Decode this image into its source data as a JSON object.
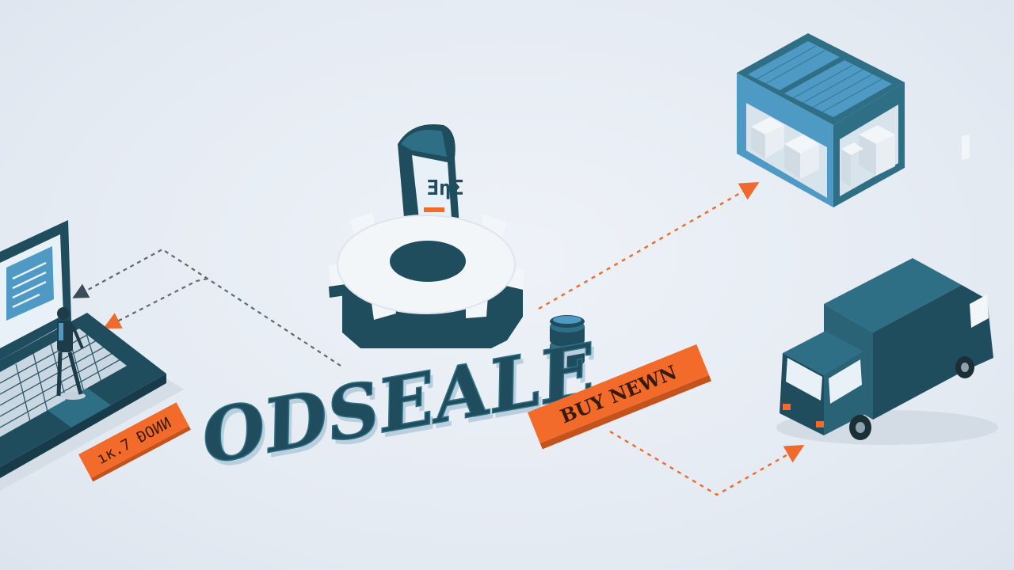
{
  "tags": {
    "laptop_tag": "ıκ.7 ĐOИИ",
    "buy_tag": "BUY NEWN"
  },
  "center": {
    "wordmark": "ODSEALE"
  },
  "receipt": {
    "glyphs": "Ƴ ƎηΣ"
  },
  "colors": {
    "background": "#e6ecf4",
    "teal_dark": "#1f4d5e",
    "teal_mid": "#2f6f86",
    "blue_light": "#4f9ac4",
    "orange": "#f26b2b",
    "arrow_gray": "#7c8893",
    "arrow_orange": "#ef6a2c"
  },
  "icons": [
    "laptop-icon",
    "person-icon",
    "gear-icon",
    "receipt-icon",
    "database-icon",
    "warehouse-icon",
    "truck-icon",
    "arrow-icon"
  ]
}
